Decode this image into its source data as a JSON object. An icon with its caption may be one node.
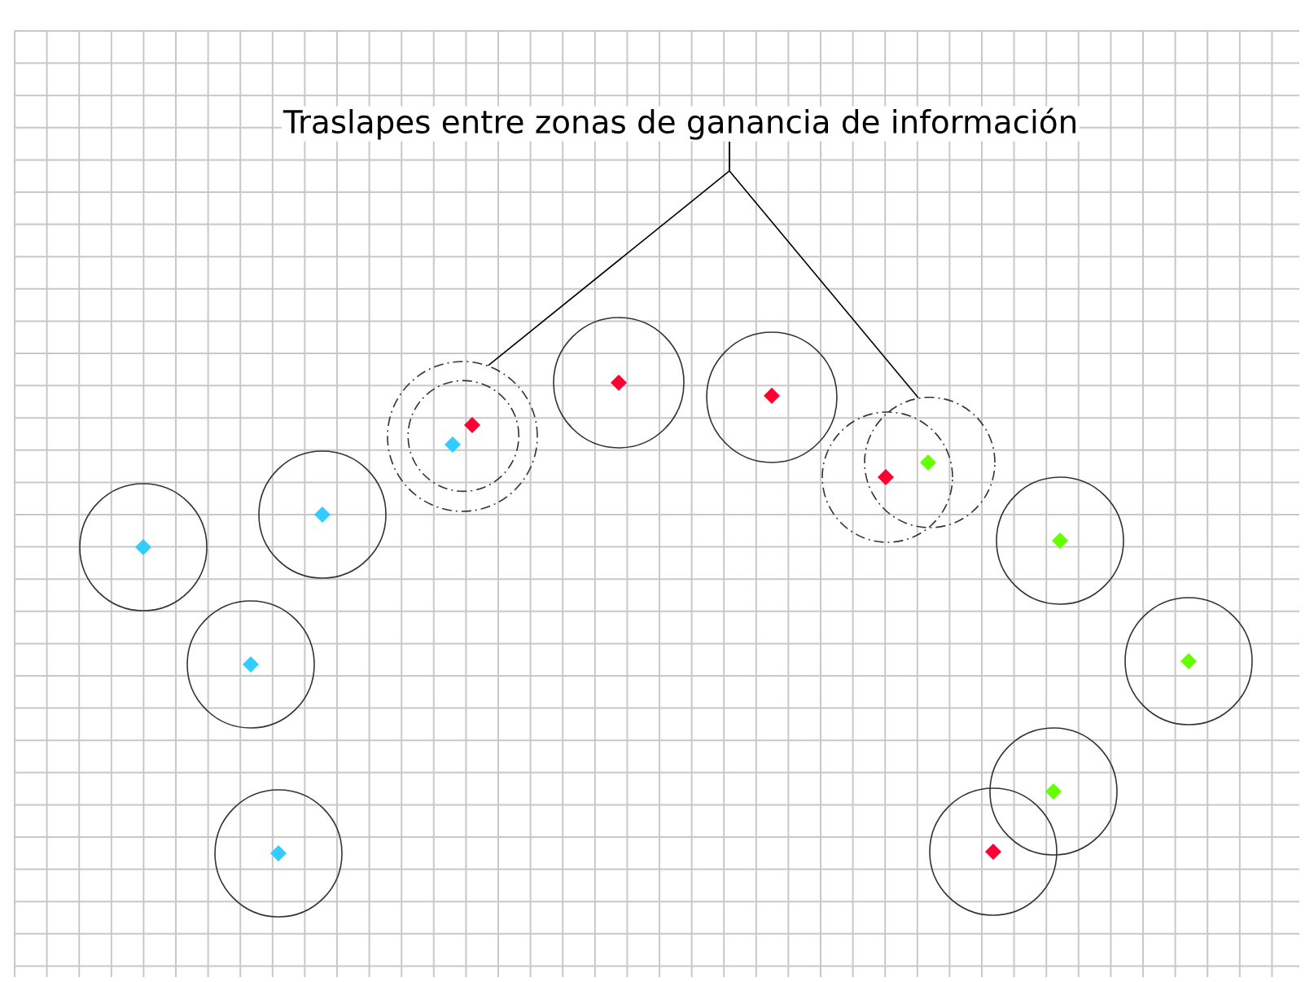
{
  "diagram": {
    "nodes": [
      {
        "text": [
          "Traslapes entre zonas de ganancia de información"
        ]
      },
      {
        "text": [],
        "shape": "circle"
      },
      {
        "text": [],
        "shape": "circle"
      },
      {
        "text": [],
        "shape": "circle"
      },
      {
        "text": [],
        "shape": "circle"
      },
      {
        "text": [],
        "shape": "circle"
      },
      {
        "text": [],
        "shape": "circle",
        "in": 5
      },
      {
        "text": [],
        "shape": "circle"
      },
      {
        "text": [],
        "shape": "circle"
      },
      {
        "text": [],
        "shape": "circle"
      },
      {
        "text": [],
        "shape": "circle"
      },
      {
        "text": [],
        "shape": "circle"
      },
      {
        "text": [],
        "shape": "circle"
      },
      {
        "text": [],
        "shape": "circle"
      },
      {
        "text": [],
        "shape": "circle"
      }
    ],
    "edges": [
      {
        "from": 0,
        "to": 5,
        "arrow": "none"
      },
      {
        "from": 0,
        "to": 10,
        "arrow": "none"
      }
    ]
  }
}
